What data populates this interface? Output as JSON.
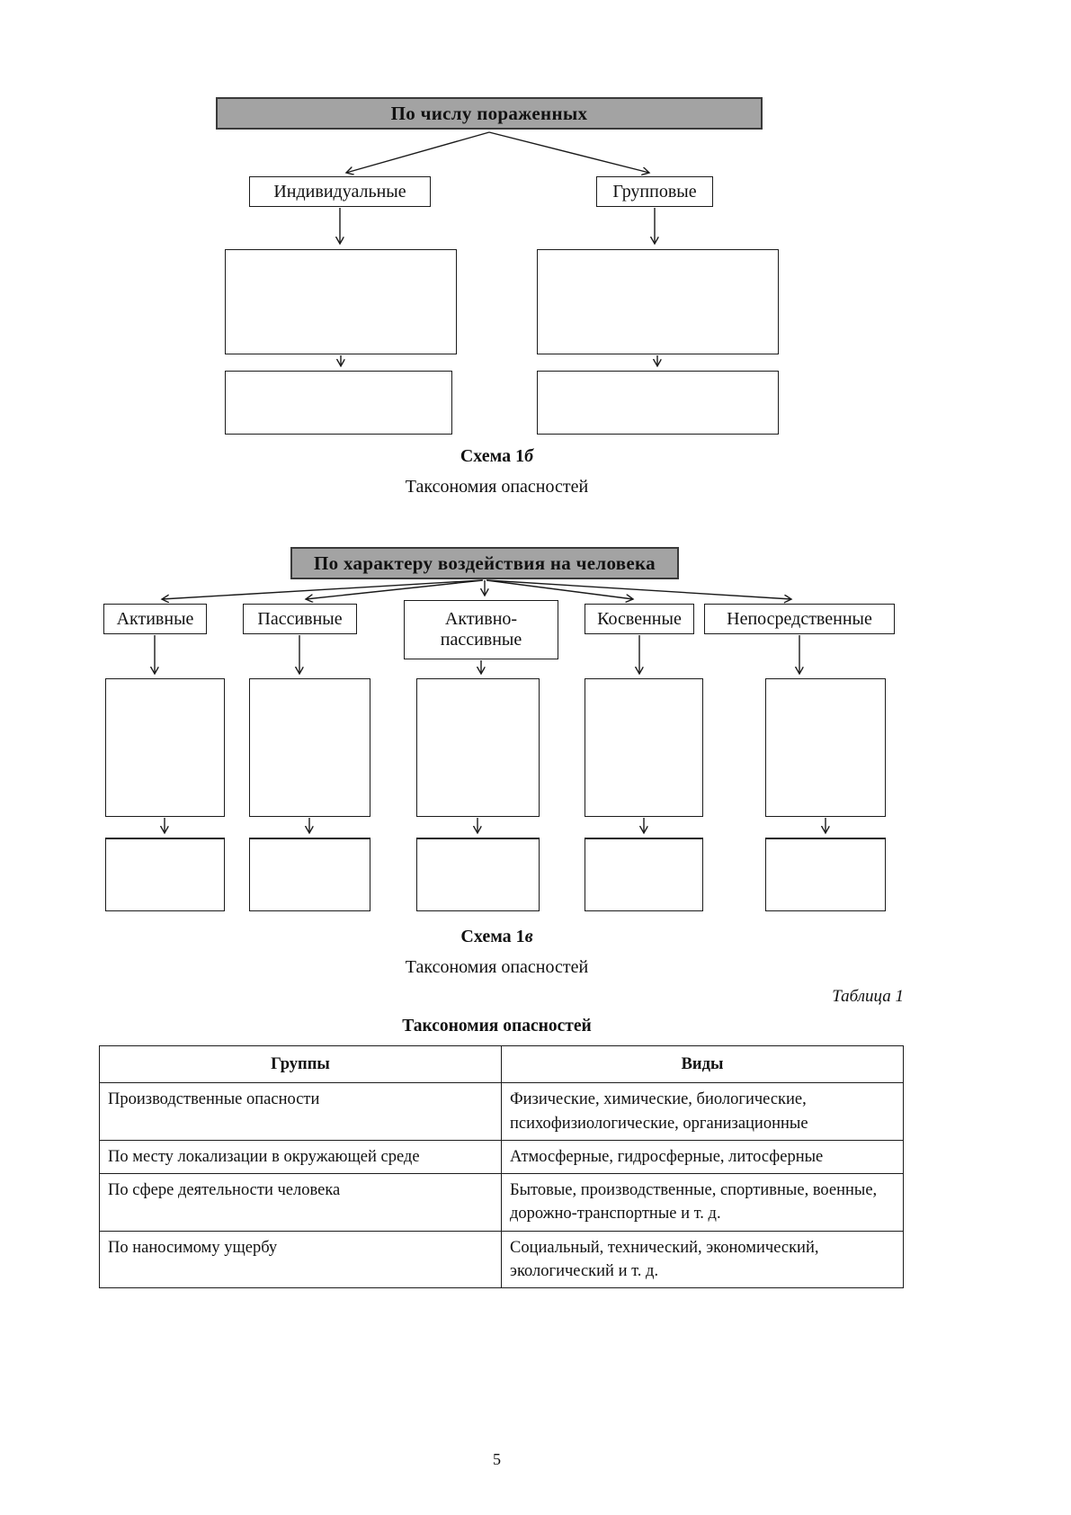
{
  "page_number": "5",
  "diagram_b": {
    "header": "По числу пораженных",
    "children": [
      "Индивидуальные",
      "Групповые"
    ],
    "caption": {
      "label": "Схема 1",
      "letter": "б"
    },
    "subcaption": "Таксономия опасностей"
  },
  "diagram_v": {
    "header": "По характеру воздействия на человека",
    "children": [
      "Активные",
      "Пассивные",
      "Активно-пассивные",
      "Косвенные",
      "Непосредственные"
    ],
    "caption": {
      "label": "Схема 1",
      "letter": "в"
    },
    "subcaption": "Таксономия опасностей"
  },
  "table_section": {
    "reference": "Таблица 1",
    "title": "Таксономия опасностей",
    "columns": [
      "Группы",
      "Виды"
    ],
    "rows": [
      {
        "group": "Производственные опасности",
        "kinds": "Физические, химические, биологические, психофизиологические, организационные"
      },
      {
        "group": "По месту локализации в окружающей среде",
        "kinds": "Атмосферные, гидросферные, литосферные"
      },
      {
        "group": "По сфере деятельности человека",
        "kinds": "Бытовые, производственные, спортивные, военные, дорожно-транспортные и т. д."
      },
      {
        "group": "По наносимому ущербу",
        "kinds": "Социальный, технический, экономический, экологический и т. д."
      }
    ]
  },
  "colors": {
    "box_gray": "#a3a3a3",
    "line": "#1a1a1a"
  }
}
